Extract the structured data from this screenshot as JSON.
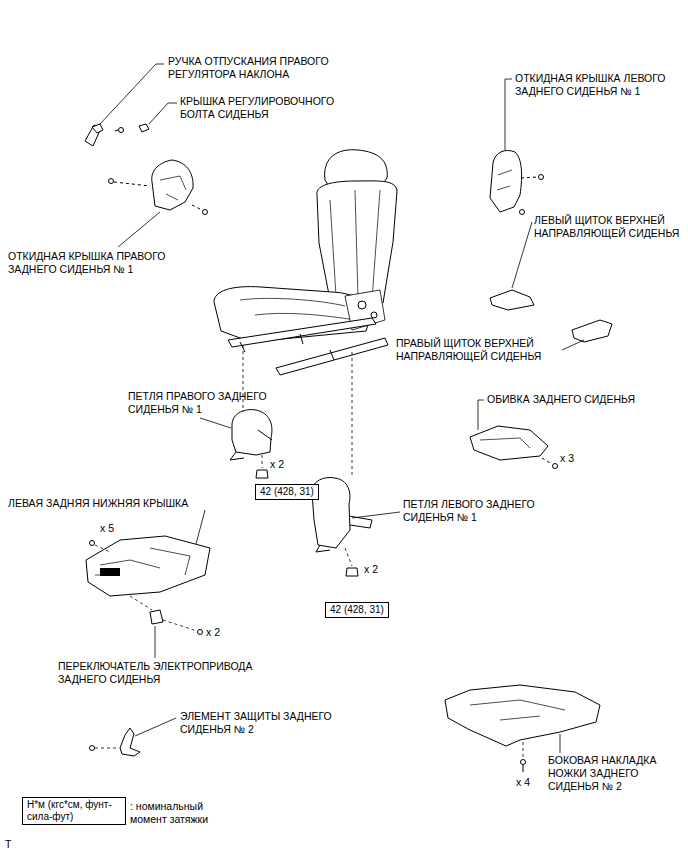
{
  "diagram": {
    "nodes": [
      {
        "text": [
          "42 (428, 31)"
        ]
      },
      {
        "text": [
          "42 (428, 31)"
        ]
      },
      {
        "text": [
          "Н*м (кгс*см, фунт-сила-фут)"
        ]
      }
    ],
    "labels": [
      "РУЧКА ОТПУСКАНИЯ ПРАВОГО РЕГУЛЯТОРА НАКЛОНА",
      "КРЫШКА РЕГУЛИРОВОЧНОГО БОЛТА СИДЕНЬЯ",
      "ОТКИДНАЯ КРЫШКА ЛЕВОГО ЗАДНЕГО СИДЕНЬЯ № 1",
      "ОТКИДНАЯ КРЫШКА ПРАВОГО ЗАДНЕГО СИДЕНЬЯ № 1",
      "ЛЕВЫЙ ЩИТОК ВЕРХНЕЙ НАПРАВЛЯЮЩЕЙ СИДЕНЬЯ",
      "ПРАВЫЙ ЩИТОК ВЕРХНЕЙ НАПРАВЛЯЮЩЕЙ СИДЕНЬЯ",
      "ПЕТЛЯ ПРАВОГО ЗАДНЕГО СИДЕНЬЯ № 1",
      "ОБИВКА ЗАДНЕГО СИДЕНЬЯ",
      "x 2",
      "x 3",
      "ЛЕВАЯ ЗАДНЯЯ НИЖНЯЯ КРЫШКА",
      "x 5",
      "ПЕТЛЯ ЛЕВОГО ЗАДНЕГО СИДЕНЬЯ № 1",
      "x 2",
      "x 2",
      "ПЕРЕКЛЮЧАТЕЛЬ ЭЛЕКТРОПРИВОДА ЗАДНЕГО СИДЕНЬЯ",
      "ЭЛЕМЕНТ ЗАЩИТЫ ЗАДНЕГО СИДЕНЬЯ № 2",
      "БОКОВАЯ НАКЛАДКА НОЖКИ ЗАДНЕГО СИДЕНЬЯ № 2",
      "x 4",
      ": номинальный момент затяжки",
      "T"
    ]
  }
}
